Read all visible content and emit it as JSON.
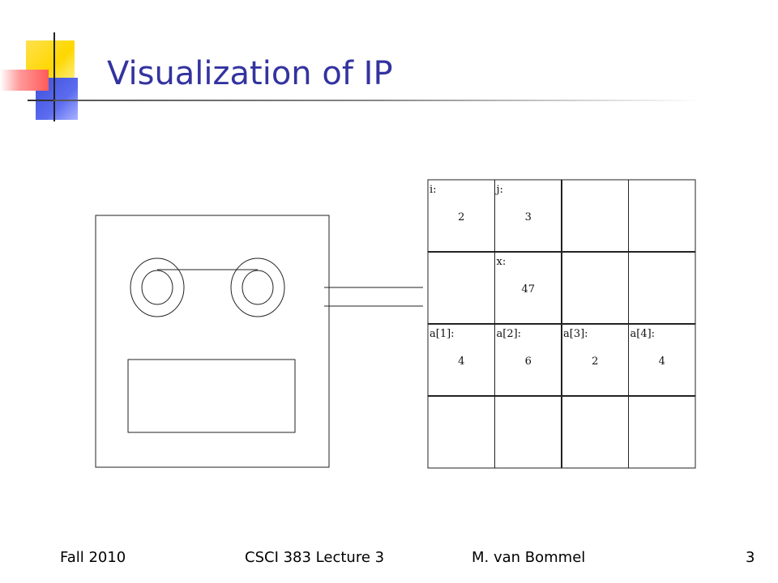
{
  "slide": {
    "title": "Visualization of IP"
  },
  "memory": {
    "cells": [
      {
        "label": "i:",
        "value": "2"
      },
      {
        "label": "j:",
        "value": "3"
      },
      {
        "label": "",
        "value": ""
      },
      {
        "label": "",
        "value": ""
      },
      {
        "label": "",
        "value": ""
      },
      {
        "label": "x:",
        "value": "47"
      },
      {
        "label": "",
        "value": ""
      },
      {
        "label": "",
        "value": ""
      },
      {
        "label": "a[1]:",
        "value": "4"
      },
      {
        "label": "a[2]:",
        "value": "6"
      },
      {
        "label": "a[3]:",
        "value": "2"
      },
      {
        "label": "a[4]:",
        "value": "4"
      },
      {
        "label": "",
        "value": ""
      },
      {
        "label": "",
        "value": ""
      },
      {
        "label": "",
        "value": ""
      },
      {
        "label": "",
        "value": ""
      }
    ]
  },
  "footer": {
    "left": "Fall 2010",
    "center": "CSCI 383 Lecture 3",
    "author": "M. van Bommel",
    "page": "3"
  }
}
